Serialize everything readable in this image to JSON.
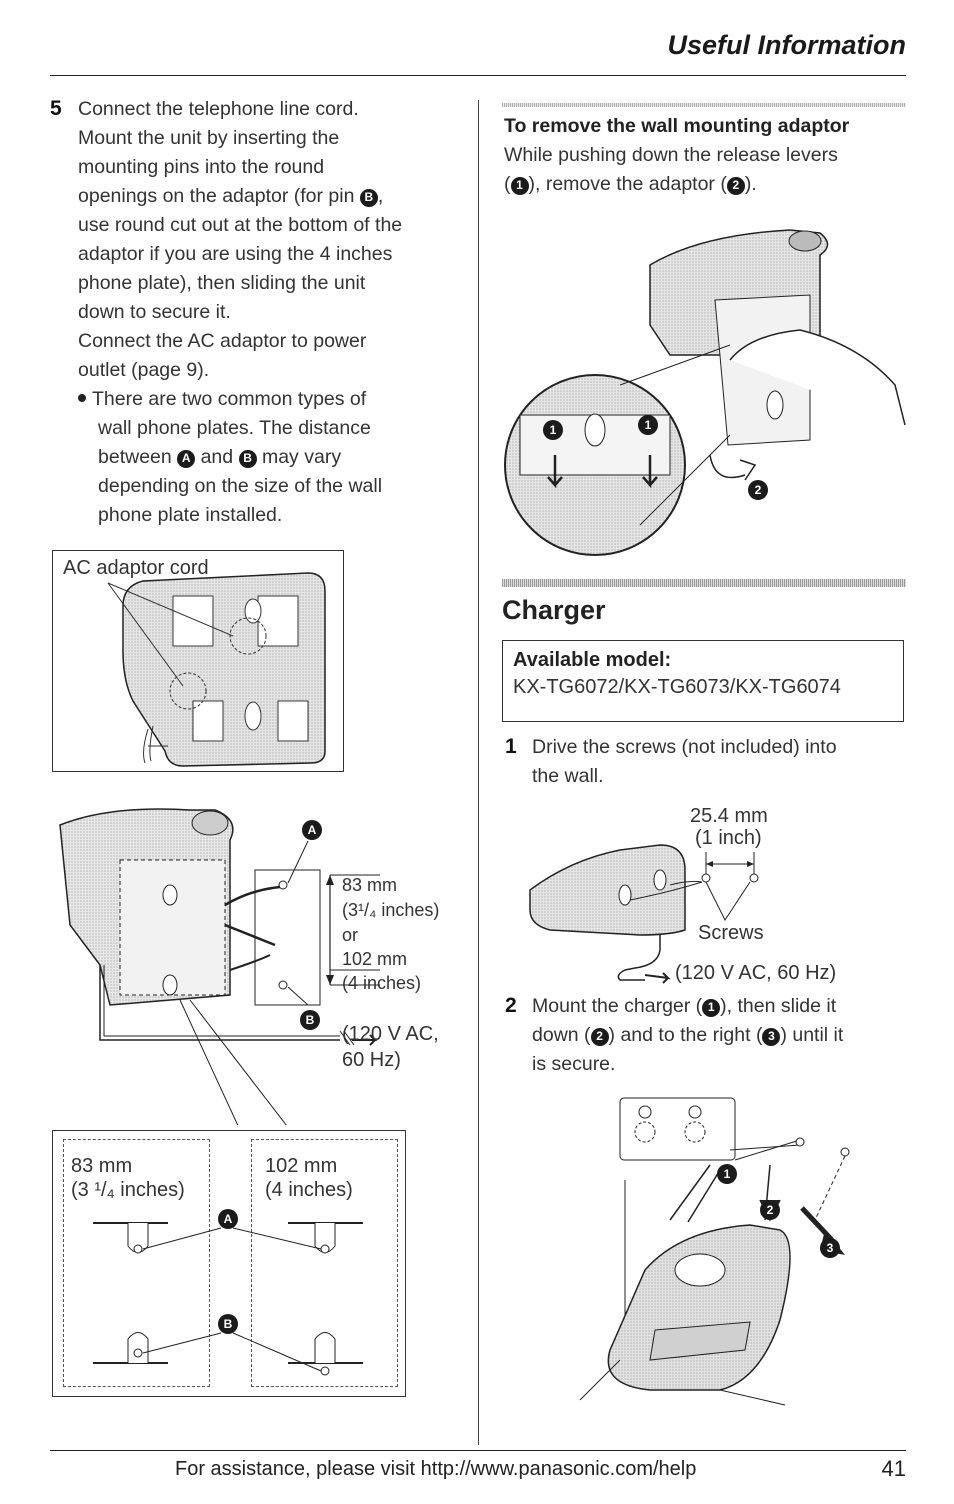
{
  "header": {
    "title": "Useful Information"
  },
  "left": {
    "step5": {
      "number": "5",
      "lines": [
        "Connect the telephone line cord.",
        "Mount the unit by inserting the",
        "mounting pins into the round",
        "openings on the adaptor (for pin",
        "use round cut out at the bottom of the",
        "adaptor if you are using the 4 inches",
        "phone plate), then sliding the unit",
        "down to secure it.",
        "Connect the AC adaptor to power",
        "outlet (page 9)."
      ],
      "bullet_lines": [
        "There are two common types of",
        "wall phone plates. The distance",
        "between",
        "and",
        "may vary",
        "depending on the size of the wall",
        "phone plate installed."
      ]
    },
    "fig1": {
      "label": "AC adaptor cord"
    },
    "fig2": {
      "dim_a1": "83 mm",
      "dim_a2": "(3¹/₄ inches)",
      "dim_or": "or",
      "dim_b1": "102 mm",
      "dim_b2": "(4 inches)",
      "power1": "(120 V AC,",
      "power2": "60 Hz)"
    },
    "fig3": {
      "left1": "83 mm",
      "left2": "(3 ¹/₄ inches)",
      "right1": "102 mm",
      "right2": "(4 inches)"
    },
    "markers": {
      "A": "A",
      "B": "B"
    }
  },
  "right": {
    "remove": {
      "title": "To remove the wall mounting adaptor",
      "line1": "While pushing down the release levers",
      "line2a": "(",
      "line2b": "), remove the adaptor (",
      "line2c": ")."
    },
    "charger": {
      "title": "Charger",
      "model_label": "Available model:",
      "models": "KX-TG6072/KX-TG6073/KX-TG6074",
      "step1_num": "1",
      "step1_lines": [
        "Drive the screws (not included) into",
        "the wall."
      ],
      "fig_dim1": "25.4 mm",
      "fig_dim2": "(1 inch)",
      "fig_screws": "Screws",
      "fig_power": "(120 V AC, 60 Hz)",
      "step2_num": "2",
      "step2_a": "Mount the charger (",
      "step2_b": "), then slide it",
      "step2_c": "down (",
      "step2_d": ") and to the right (",
      "step2_e": ") until it",
      "step2_f": "is secure."
    },
    "nums": {
      "n1": "1",
      "n2": "2",
      "n3": "3"
    }
  },
  "footer": {
    "assist": "For assistance, please visit http://www.panasonic.com/help",
    "page": "41"
  }
}
